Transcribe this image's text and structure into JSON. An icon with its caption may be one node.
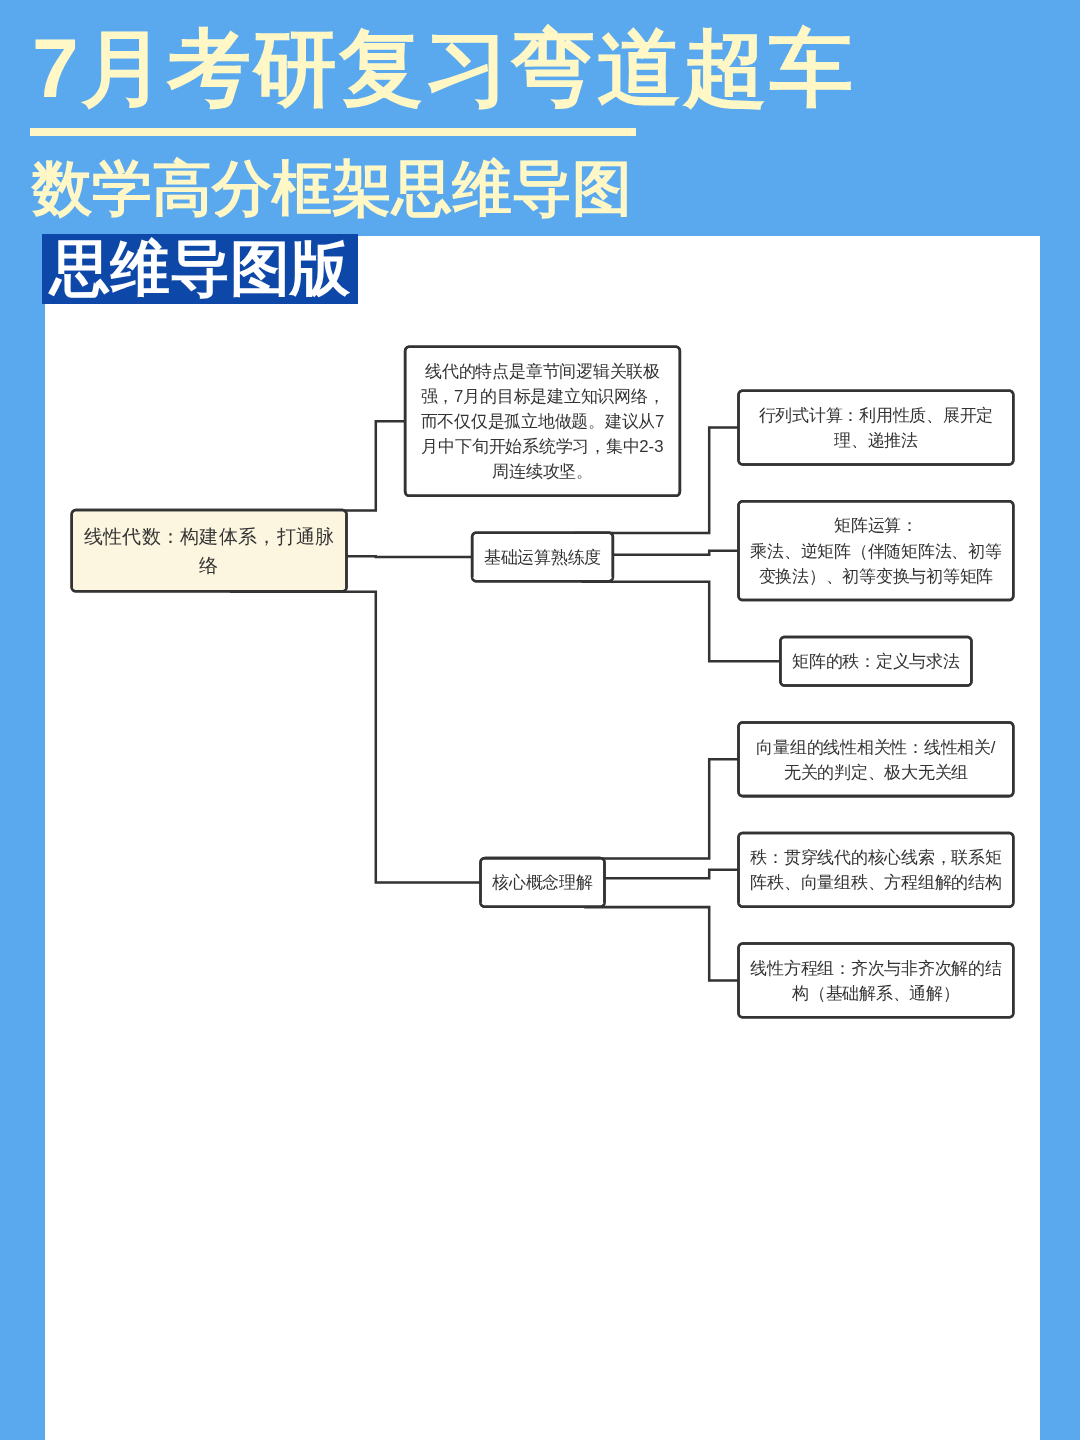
{
  "diagram": {
    "title": "7月考研复习弯道超车",
    "nodes": [
      {
        "text": [
          "线性代数：构建体系，打通脉络"
        ]
      },
      {
        "text": [
          "线代的特点是章节间逻辑关联极强，7月的目标是建立知识网络，而不仅仅是孤立地做题。建议从7月中下旬开始系统学习，集中2-3周连续攻坚。"
        ]
      },
      {
        "text": [
          "基础运算熟练度"
        ]
      },
      {
        "text": [
          "行列式计算：利用性质、展开定理、递推法"
        ]
      },
      {
        "text": [
          "矩阵运算：",
          "乘法、逆矩阵（伴随矩阵法、初等变换法）、初等变换与初等矩阵"
        ]
      },
      {
        "text": [
          "矩阵的秩：定义与求法"
        ]
      },
      {
        "text": [
          "核心概念理解"
        ]
      },
      {
        "text": [
          "向量组的线性相关性：线性相关/无关的判定、极大无关组"
        ]
      },
      {
        "text": [
          "秩：贯穿线代的核心线索，联系矩阵秩、向量组秩、方程组解的结构"
        ]
      },
      {
        "text": [
          "线性方程组：齐次与非齐次解的结构（基础解系、通解）"
        ]
      }
    ],
    "edges": [
      {
        "from": 0,
        "to": 1,
        "arrow": "none"
      },
      {
        "from": 0,
        "to": 2,
        "arrow": "none"
      },
      {
        "from": 0,
        "to": 6,
        "arrow": "none"
      },
      {
        "from": 2,
        "to": 3,
        "arrow": "none"
      },
      {
        "from": 2,
        "to": 4,
        "arrow": "none"
      },
      {
        "from": 2,
        "to": 5,
        "arrow": "none"
      },
      {
        "from": 6,
        "to": 7,
        "arrow": "none"
      },
      {
        "from": 6,
        "to": 8,
        "arrow": "none"
      },
      {
        "from": 6,
        "to": 9,
        "arrow": "none"
      }
    ],
    "labels": [
      "数学高分框架思维导图",
      "思维导图版"
    ]
  }
}
